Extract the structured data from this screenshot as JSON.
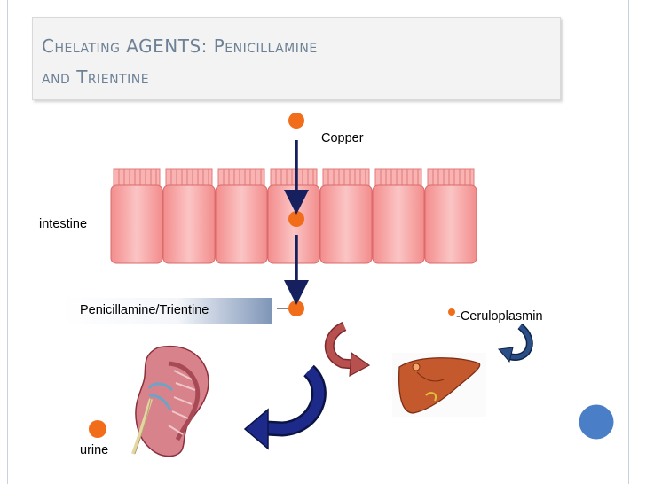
{
  "slide": {
    "title_line1": "Chelating AGENTS: Penicillamine",
    "title_line2": "and Trientine"
  },
  "labels": {
    "copper": "Copper",
    "intestine": "intestine",
    "chelator": "Penicillamine/Trientine",
    "ceruloplasmin": "-Ceruloplasmin",
    "urine": "urine"
  },
  "colors": {
    "copper_dot": "#f26d1a",
    "cell_fill": "#f7a4a4",
    "arrow_navy": "#16205e",
    "arrow_red": "#b34747",
    "arrow_blue": "#1f3e6b",
    "accent_circle": "#4a7fc8"
  }
}
